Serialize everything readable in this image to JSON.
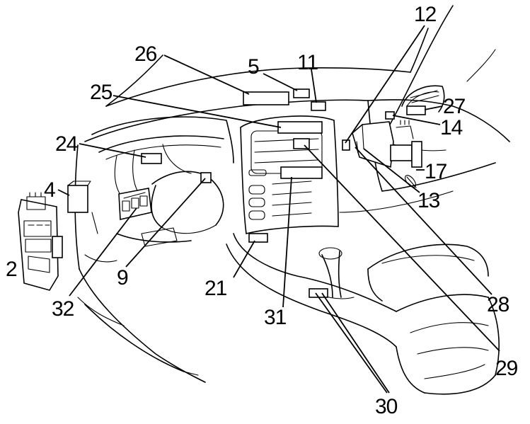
{
  "diagram": {
    "callouts": [
      {
        "id": "c26",
        "text": "26"
      },
      {
        "id": "c5",
        "text": "5"
      },
      {
        "id": "c11",
        "text": "11"
      },
      {
        "id": "c12",
        "text": "12"
      },
      {
        "id": "c25",
        "text": "25"
      },
      {
        "id": "c27",
        "text": "27"
      },
      {
        "id": "c14",
        "text": "14"
      },
      {
        "id": "c24",
        "text": "24"
      },
      {
        "id": "c17",
        "text": "17"
      },
      {
        "id": "c4",
        "text": "4"
      },
      {
        "id": "c13",
        "text": "13"
      },
      {
        "id": "c2",
        "text": "2"
      },
      {
        "id": "c9",
        "text": "9"
      },
      {
        "id": "c21",
        "text": "21"
      },
      {
        "id": "c32",
        "text": "32"
      },
      {
        "id": "c31",
        "text": "31"
      },
      {
        "id": "c28",
        "text": "28"
      },
      {
        "id": "c29",
        "text": "29"
      },
      {
        "id": "c30",
        "text": "30"
      }
    ]
  }
}
